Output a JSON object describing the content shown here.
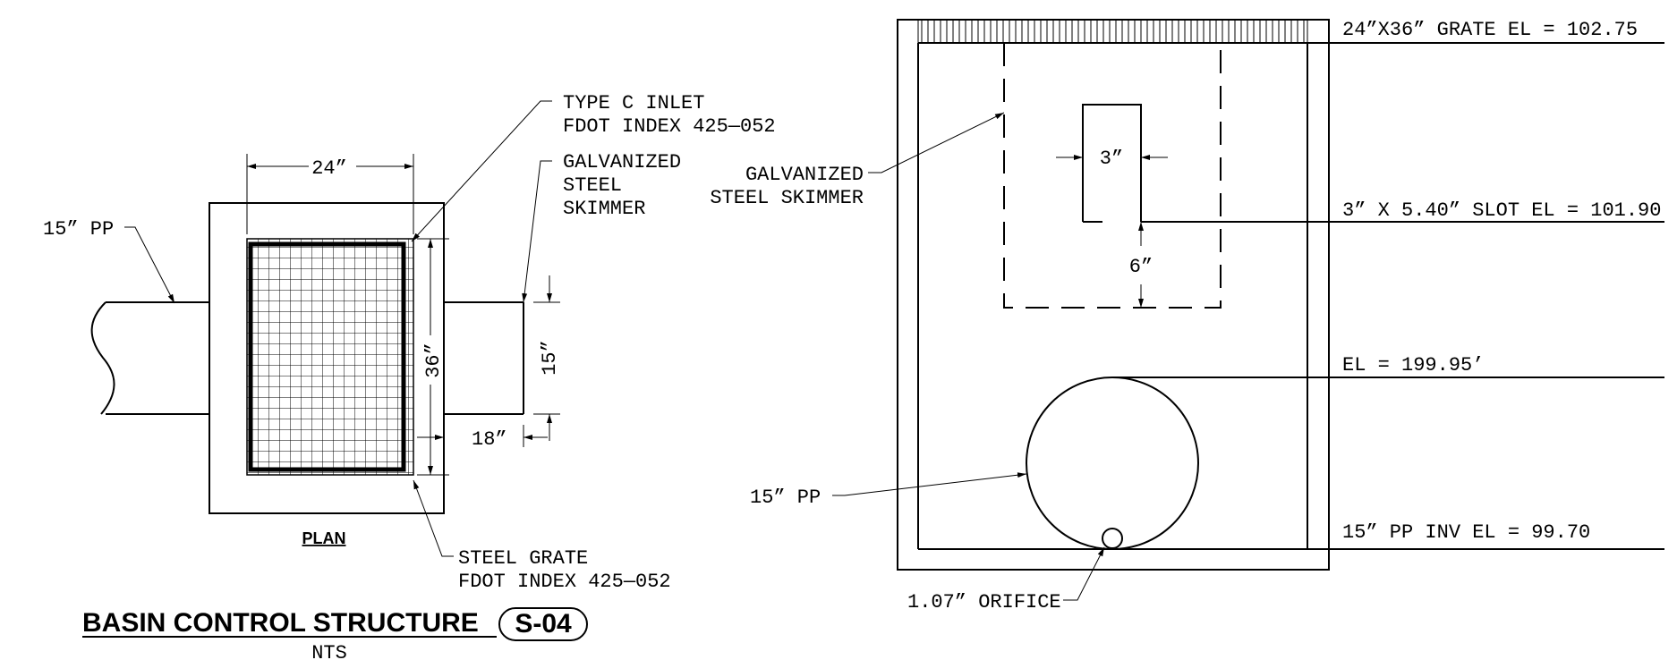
{
  "plan_view": {
    "pipe_left_label": "15” PP",
    "dim_width": "24”",
    "dim_height": "36”",
    "dim_pipe": "15”",
    "dim_offset": "18”",
    "inlet_label_line1": "TYPE C INLET",
    "inlet_label_line2": "FDOT INDEX 425—052",
    "skimmer_label_line1": "GALVANIZED",
    "skimmer_label_line2": "STEEL",
    "skimmer_label_line3": "SKIMMER",
    "grate_label_line1": "STEEL GRATE",
    "grate_label_line2": "FDOT INDEX 425—052",
    "caption": "PLAN"
  },
  "title_block": {
    "title": "BASIN CONTROL STRUCTURE",
    "tag": "S-04",
    "scale": "NTS"
  },
  "section_view": {
    "grate_el": "24”X36” GRATE EL = 102.75",
    "skimmer_label_line1": "GALVANIZED",
    "skimmer_label_line2": "STEEL SKIMMER",
    "dim_slot_width": "3”",
    "slot_el": "3” X 5.40” SLOT EL = 101.90",
    "dim_slot_depth": "6”",
    "pipe_top_el": "EL = 199.95’",
    "pipe_label": "15” PP",
    "inv_el": "15” PP INV EL = 99.70",
    "orifice_label": "1.07” ORIFICE"
  }
}
